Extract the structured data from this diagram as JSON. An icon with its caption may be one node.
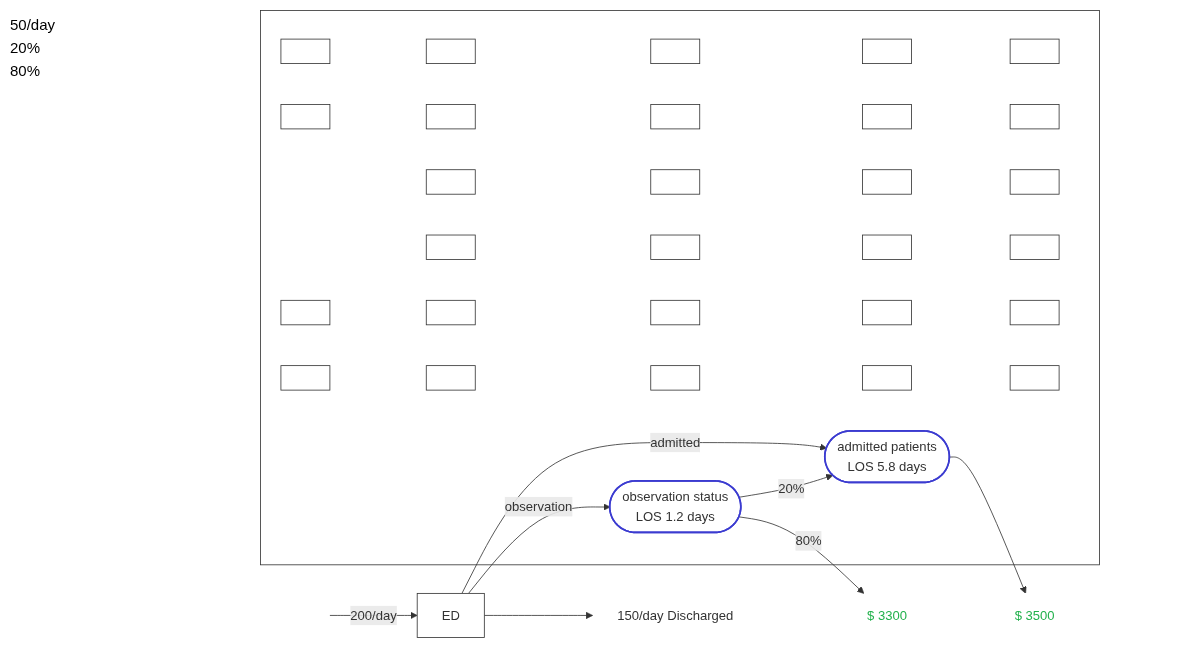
{
  "diagram": {
    "nodes": [
      {
        "text": [
          "ED"
        ]
      },
      {
        "text": [],
        "shape": "box"
      },
      {
        "text": [],
        "shape": "box",
        "in": 1
      },
      {
        "text": [],
        "shape": "box",
        "in": 1
      },
      {
        "text": [],
        "shape": "box",
        "in": 1
      },
      {
        "text": [],
        "shape": "box",
        "in": 1
      },
      {
        "text": [],
        "shape": "box",
        "in": 1
      },
      {
        "text": [],
        "shape": "box",
        "in": 1
      },
      {
        "text": [],
        "shape": "box",
        "in": 1
      },
      {
        "text": [],
        "shape": "box",
        "in": 1
      },
      {
        "text": [],
        "shape": "box",
        "in": 1
      },
      {
        "text": [],
        "shape": "box",
        "in": 1
      },
      {
        "text": [
          "observation status",
          "LOS 1.2 days"
        ],
        "in": 1
      },
      {
        "text": [],
        "shape": "box",
        "in": 1
      },
      {
        "text": [],
        "shape": "box",
        "in": 1
      },
      {
        "text": [],
        "shape": "box",
        "in": 1
      },
      {
        "text": [],
        "shape": "box",
        "in": 1
      },
      {
        "text": [],
        "shape": "box",
        "in": 1
      },
      {
        "text": [],
        "shape": "box",
        "in": 1
      },
      {
        "text": [],
        "shape": "box",
        "in": 1
      },
      {
        "text": [],
        "shape": "box",
        "in": 1
      },
      {
        "text": [
          "admitted patients",
          "LOS 5.8 days"
        ],
        "in": 1
      },
      {
        "text": [],
        "shape": "box",
        "in": 1
      },
      {
        "text": [],
        "shape": "box",
        "in": 1
      },
      {
        "text": [],
        "shape": "box",
        "in": 1
      },
      {
        "text": [],
        "shape": "box",
        "in": 1
      },
      {
        "text": [],
        "shape": "box",
        "in": 1
      },
      {
        "text": [],
        "shape": "box",
        "in": 1
      },
      {
        "text": [],
        "shape": "box",
        "in": 1
      },
      {
        "text": [],
        "shape": "box",
        "in": 1
      },
      {
        "text": [],
        "shape": "box",
        "in": 1
      },
      {
        "text": [],
        "shape": "box",
        "in": 1
      },
      {
        "text": [
          "150/day Discharged"
        ]
      },
      {
        "text": [
          "$ 3300"
        ]
      },
      {
        "text": [
          "$ 3500"
        ]
      }
    ],
    "edges": [
      {
        "from": null,
        "to": 0,
        "arrow": "to",
        "label": "200/day"
      },
      {
        "from": 0,
        "to": 32,
        "arrow": "to"
      },
      {
        "from": 0,
        "to": 12,
        "arrow": "to",
        "label": "observation"
      },
      {
        "from": 0,
        "to": 21,
        "arrow": "to",
        "label": "admitted"
      },
      {
        "from": 12,
        "to": 21,
        "arrow": "to",
        "label": "20%"
      },
      {
        "from": 12,
        "to": 33,
        "arrow": "to",
        "label": "80%"
      },
      {
        "from": 21,
        "to": 34,
        "arrow": "to"
      }
    ],
    "labels": [
      "50/day",
      "20%",
      "80%"
    ]
  }
}
